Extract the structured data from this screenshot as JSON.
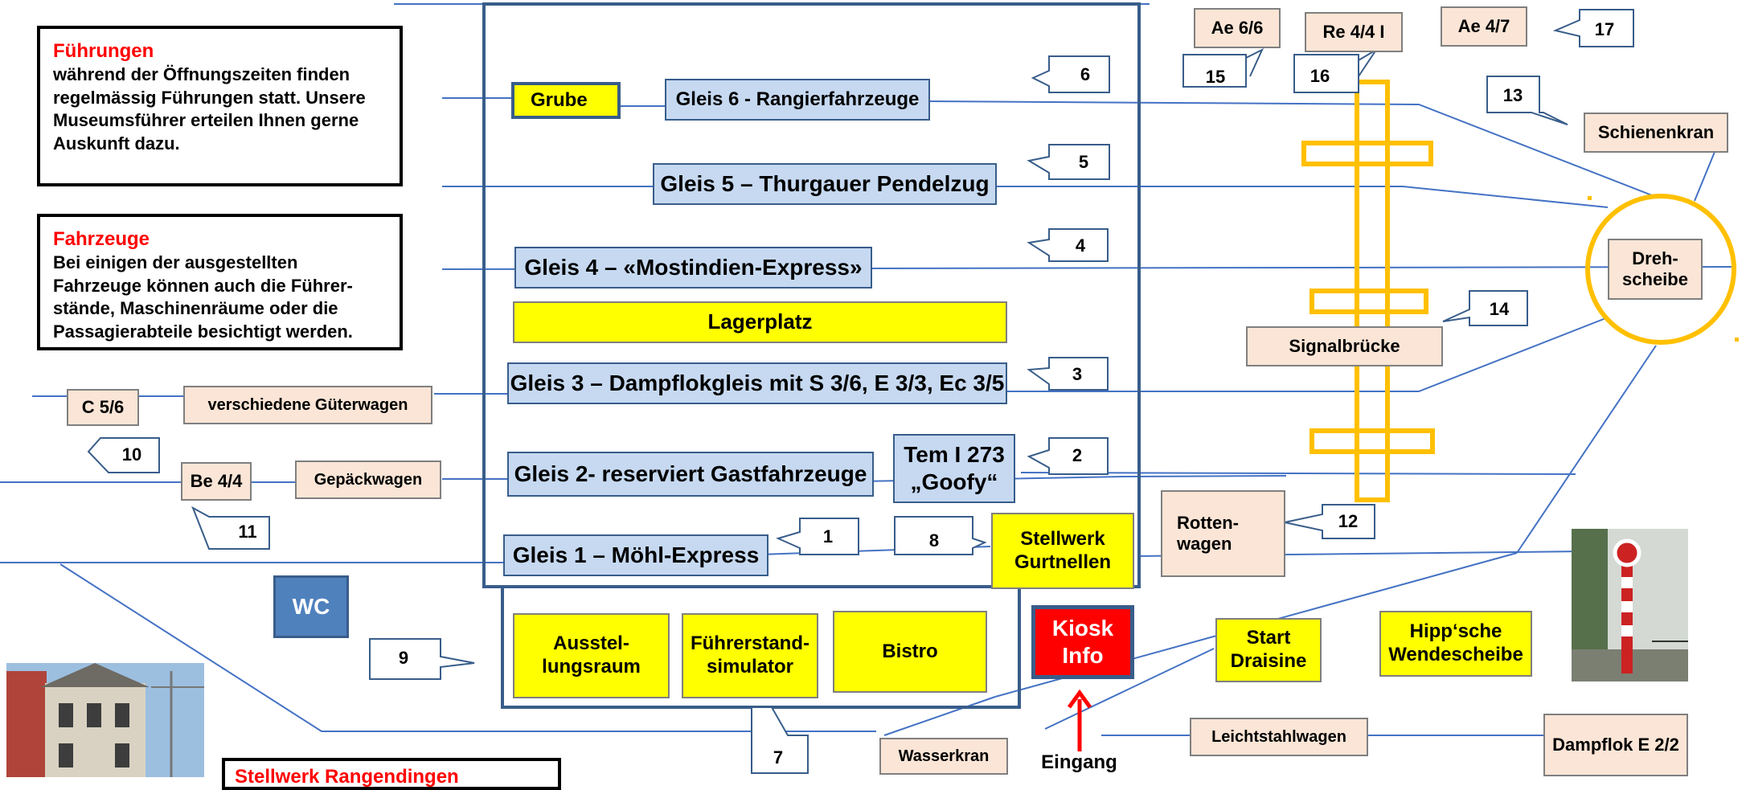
{
  "info_fuehrungen": {
    "title": "Führungen",
    "text": "während der Öffnungszeiten finden regelmässig Führungen statt. Unsere Museumsführer erteilen Ihnen gerne Auskunft dazu."
  },
  "info_fahrzeuge": {
    "title": "Fahrzeuge",
    "text": "Bei einigen der ausgestellten Fahrzeuge  können auch die Führer-stände, Maschinenräume oder die Passagierabteile besichtigt werden."
  },
  "info_stellwerk_title": "Stellwerk Rangendingen",
  "tracks": {
    "gleis6": "Gleis  6 - Rangierfahrzeuge",
    "gleis5": "Gleis 5 – Thurgauer Pendelzug",
    "gleis4": "Gleis  4 – «Mostindien-Express»",
    "lagerplatz": "Lagerplatz",
    "gleis3": "Gleis 3 – Dampflokgleis mit S 3/6, E 3/3, Ec 3/5",
    "gleis2": "Gleis 2- reserviert  Gastfahrzeuge",
    "tem": "Tem I 273 „Goofy“",
    "gleis1": "Gleis 1 – Möhl-Express"
  },
  "labels": {
    "grube": "Grube",
    "c56": "C 5/6",
    "gueterwagen": "verschiedene  Güterwagen",
    "be44": "Be 4/4",
    "gepaeckwagen": "Gepäckwagen",
    "wc": "WC",
    "ausstellungsraum": "Ausstel-lungsraum",
    "fuehrerstand": "Führerstand-simulator",
    "bistro": "Bistro",
    "stellwerk": "Stellwerk Gurtnellen",
    "kiosk": "Kiosk Info",
    "eingang": "Eingang",
    "wasserkran": "Wasserkran",
    "leichtstahlwagen": "Leichtstahlwagen",
    "dampflok": "Dampflok E 2/2",
    "start_draisine": "Start Draisine",
    "hipp": "Hipp‘sche Wendescheibe",
    "rottenwagen": "Rotten-wagen",
    "signalbruecke": "Signalbrücke",
    "drehscheibe": "Dreh-scheibe",
    "schienenkran": "Schienenkran",
    "ae66": "Ae 6/6",
    "re44": "Re 4/4 I",
    "ae47": "Ae 4/7"
  },
  "callouts": {
    "n1": "1",
    "n2": "2",
    "n3": "3",
    "n4": "4",
    "n5": "5",
    "n6": "6",
    "n7": "7",
    "n8": "8",
    "n9": "9",
    "n10": "10",
    "n11": "11",
    "n12": "12",
    "n13": "13",
    "n14": "14",
    "n15": "15",
    "n16": "16",
    "n17": "17"
  },
  "colors": {
    "track_line": "#4472c4",
    "hall_border": "#385d8a",
    "signal_bridge": "#ffc000",
    "kiosk_red": "#ff0000",
    "wc_blue": "#4f81bd"
  }
}
